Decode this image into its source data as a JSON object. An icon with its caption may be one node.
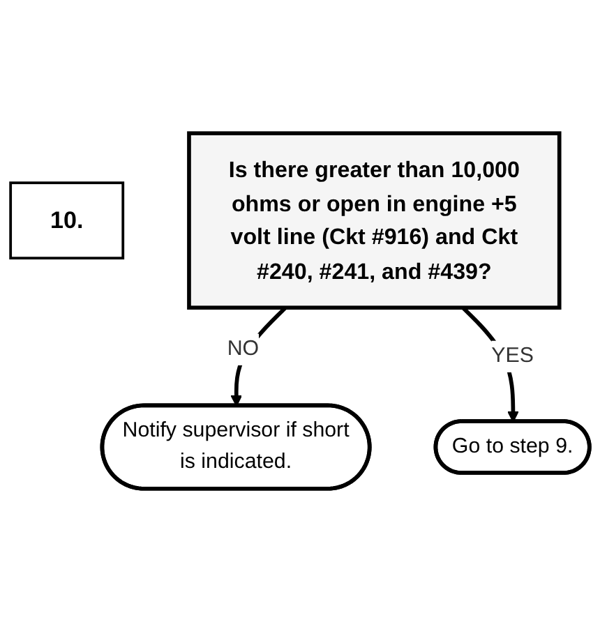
{
  "diagram": {
    "nodes": [
      {
        "text": [
          "10."
        ]
      },
      {
        "text": [
          "Is there greater than 10,000 ohms or open in engine +5 volt line (Ckt #916) and Ckt #240, #241, and #439?"
        ]
      },
      {
        "text": [
          "Notify supervisor if short is indicated."
        ]
      },
      {
        "text": [
          "Go to step 9."
        ]
      }
    ],
    "edges": [
      {
        "from": 1,
        "to": 2,
        "arrow": "to",
        "label": "NO"
      },
      {
        "from": 1,
        "to": 3,
        "arrow": "to",
        "label": "YES"
      }
    ]
  }
}
